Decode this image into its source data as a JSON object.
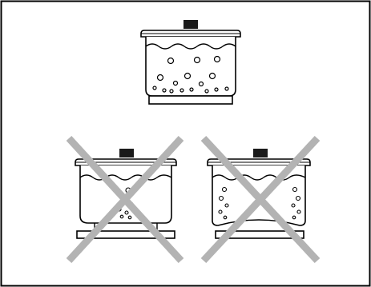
{
  "diagram": {
    "panels": [
      {
        "id": "correct-pot",
        "status": "correct",
        "description_hidden": true
      },
      {
        "id": "incorrect-pot-small-base",
        "status": "incorrect",
        "description_hidden": true
      },
      {
        "id": "incorrect-pot-warped-base",
        "status": "incorrect",
        "description_hidden": true
      }
    ],
    "colors": {
      "line": "#000000",
      "cross": "#b3b3b3",
      "background": "#ffffff",
      "lid_knob": "#1a1a1a"
    },
    "icons": [
      "pot-icon",
      "lid-knob-icon",
      "bubbles-icon",
      "cross-mark-icon"
    ]
  }
}
